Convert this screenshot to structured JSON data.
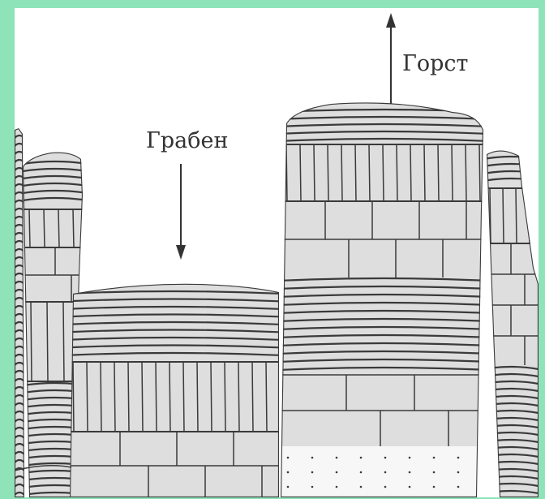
{
  "diagram": {
    "labels": {
      "graben": "Грабен",
      "horst": "Горст"
    },
    "colors": {
      "background": "#8ee3b8",
      "panel": "#ffffff",
      "rock_fill": "#dedede",
      "line": "#3a3a3a",
      "sand": "#f7f7f7"
    },
    "arrows": {
      "graben": "down",
      "horst": "up"
    }
  }
}
